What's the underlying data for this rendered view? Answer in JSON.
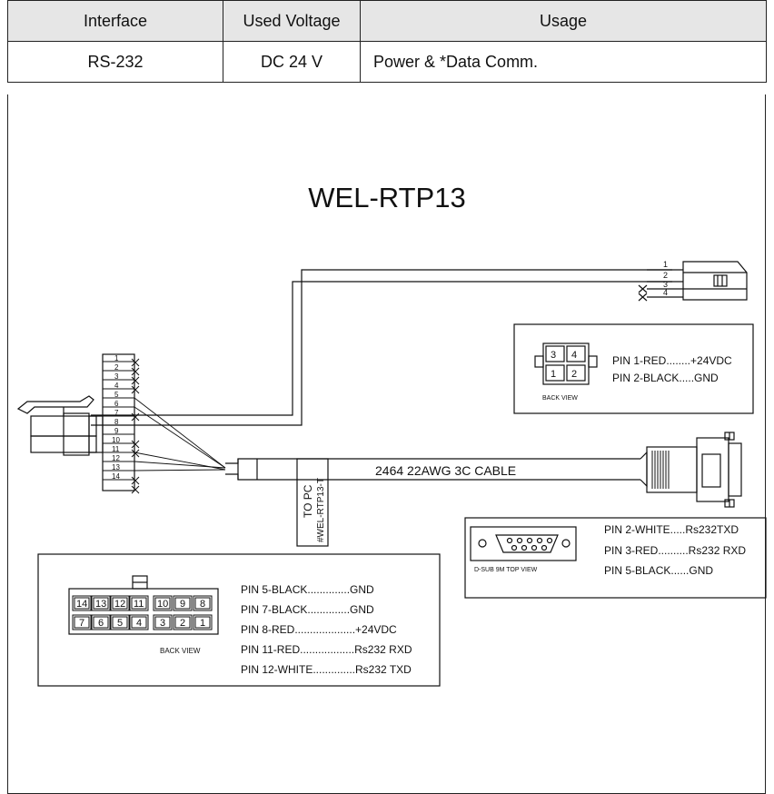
{
  "table": {
    "headers": [
      "Interface",
      "Used Voltage",
      "Usage"
    ],
    "row": [
      "RS-232",
      "DC 24 V",
      "Power & *Data Comm."
    ]
  },
  "diagram": {
    "title": "WEL-RTP13",
    "cable_label": "2464 22AWG 3C CABLE",
    "tag_line1": "TO PC",
    "tag_line2": "#WEL-RTP13-T",
    "left_pins": [
      "1",
      "2",
      "3",
      "4",
      "5",
      "6",
      "7",
      "8",
      "9",
      "10",
      "11",
      "12",
      "13",
      "14"
    ],
    "right_pins": [
      "1",
      "2",
      "3",
      "4"
    ],
    "power_connector_box": {
      "pins": [
        "3",
        "4",
        "1",
        "2"
      ],
      "view_label": "BACK VIEW",
      "lines": [
        "PIN 1-RED........+24VDC",
        "PIN 2-BLACK.....GND"
      ]
    },
    "dsub_box": {
      "view_label": "D-SUB 9M TOP VIEW",
      "lines": [
        "PIN 2-WHITE.....Rs232TXD",
        "PIN 3-RED..........Rs232 RXD",
        "PIN 5-BLACK......GND"
      ]
    },
    "main_connector_box": {
      "top_pins": [
        "14",
        "13",
        "12",
        "11",
        "10",
        "9",
        "8"
      ],
      "bottom_pins": [
        "7",
        "6",
        "5",
        "4",
        "3",
        "2",
        "1"
      ],
      "view_label": "BACK VIEW",
      "lines": [
        "PIN 5-BLACK..............GND",
        "PIN 7-BLACK..............GND",
        "PIN 8-RED....................+24VDC",
        "PIN 11-RED..................Rs232 RXD",
        "PIN 12-WHITE..............Rs232 TXD"
      ]
    }
  }
}
